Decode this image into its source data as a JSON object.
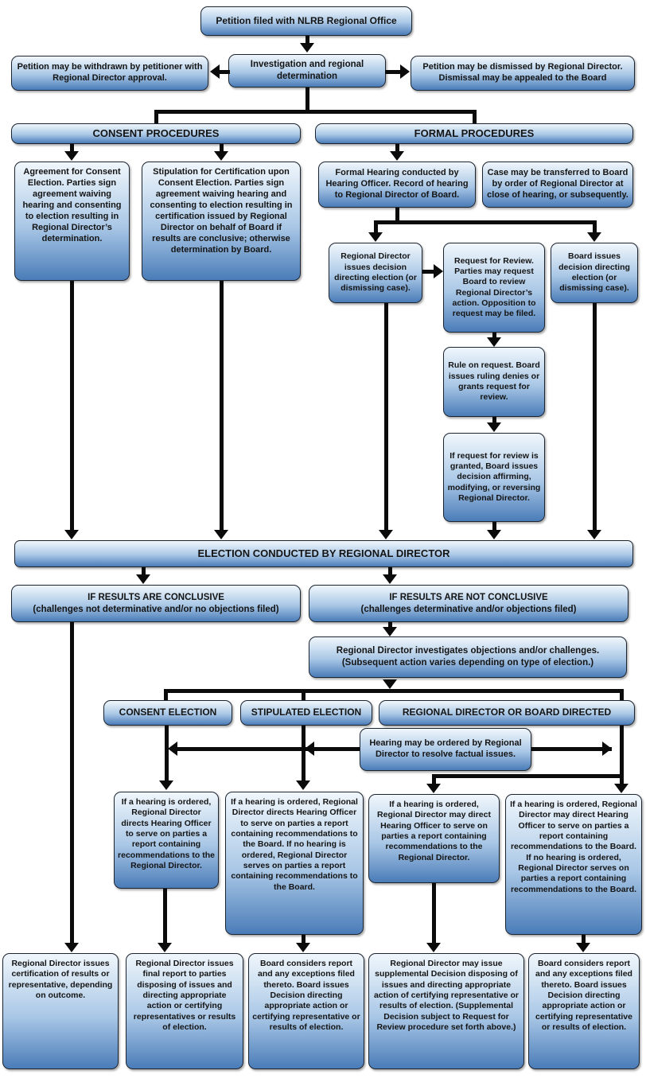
{
  "colors": {
    "box_gradient_top": "#f0f6fc",
    "box_gradient_mid": "#a9c7e6",
    "box_gradient_bottom": "#4a7cb8",
    "box_border": "#1c2430",
    "arrow": "#0b0b0b",
    "text": "#141414"
  },
  "top": {
    "petition": "Petition filed with NLRB Regional Office",
    "investigation": "Investigation and regional determination",
    "withdrawn": "Petition may be withdrawn by petitioner with Regional Director approval.",
    "dismissed": "Petition may be dismissed by Regional Director. Dismissal may be appealed to the Board"
  },
  "consent": {
    "header": "CONSENT PROCEDURES",
    "agreement": "Agreement for Consent Election. Parties sign agreement waiving hearing and consenting to election resulting in Regional Director’s determination.",
    "stipulation": "Stipulation for Certification upon Consent Election. Parties sign agreement waiving hearing and consenting to election resulting in certification issued by Regional Director on behalf of Board if results are conclusive; otherwise determination by Board."
  },
  "formal": {
    "header": "FORMAL PROCEDURES",
    "hearing": "Formal Hearing conducted by Hearing Officer. Record of hearing to Regional Director of Board.",
    "transfer": "Case may be transferred to Board by order of Regional Director at close of hearing, or subsequently.",
    "rd_decision": "Regional Director issues decision directing election (or dismissing case).",
    "request_review": "Request for Review. Parties may request Board to review Regional Director’s action. Opposition to request may be filed.",
    "board_decision": "Board issues decision directing election (or dismissing case).",
    "rule_on_request": "Rule on request. Board issues ruling denies or grants request for review.",
    "review_granted": "If request for review is granted, Board issues decision affirming, modifying, or reversing Regional Director."
  },
  "election": {
    "band": "ELECTION CONDUCTED BY REGIONAL DIRECTOR"
  },
  "results": {
    "conclusive_line1": "IF RESULTS ARE CONCLUSIVE",
    "conclusive_line2": "(challenges not determinative and/or no objections filed)",
    "not_conclusive_line1": "IF RESULTS ARE NOT CONCLUSIVE",
    "not_conclusive_line2": "(challenges determinative and/or objections filed)",
    "investigates_line1": "Regional Director investigates objections and/or challenges.",
    "investigates_line2": "(Subsequent action varies depending on type of election.)"
  },
  "types": {
    "consent": "CONSENT ELECTION",
    "stipulated": "STIPULATED ELECTION",
    "rd_board": "REGIONAL DIRECTOR OR BOARD DIRECTED"
  },
  "hearing_note": "Hearing may be ordered by Regional Director to resolve factual issues.",
  "reports": {
    "consent": "If a hearing is ordered, Regional Director directs Hearing Officer to serve on parties a report containing recommendations to the Regional Director.",
    "stipulated": "If a hearing is ordered, Regional Director directs Hearing Officer to serve on parties a report containing recommendations to the Board. If no hearing is ordered, Regional Director serves on parties a report containing recommendations to the Board.",
    "rd_directed": "If a hearing is ordered, Regional Director may direct Hearing Officer to serve on parties a report containing recommendations to the Regional Director.",
    "board_directed": "If a hearing is ordered, Regional Director may direct Hearing Officer to serve on parties a report containing recommendations to the Board. If no hearing is ordered, Regional Director serves on parties a report containing recommendations to the Board."
  },
  "outcomes": {
    "certification": "Regional Director issues certification of results or representative, depending on outcome.",
    "final_report": "Regional Director issues final report to parties disposing of issues and directing appropriate action or certifying representatives or results of election.",
    "board_decision_stipulated": "Board considers report and any exceptions filed thereto. Board issues Decision directing appropriate action or certifying representative or results of election.",
    "supplemental": "Regional Director may issue supplemental Decision disposing of issues and directing appropriate action of certifying representative or results of election. (Supplemental Decision subject to Request for Review procedure set forth above.)",
    "board_decision_directed": "Board considers report and any exceptions filed thereto. Board issues Decision directing appropriate action or certifying representative or results of election."
  }
}
